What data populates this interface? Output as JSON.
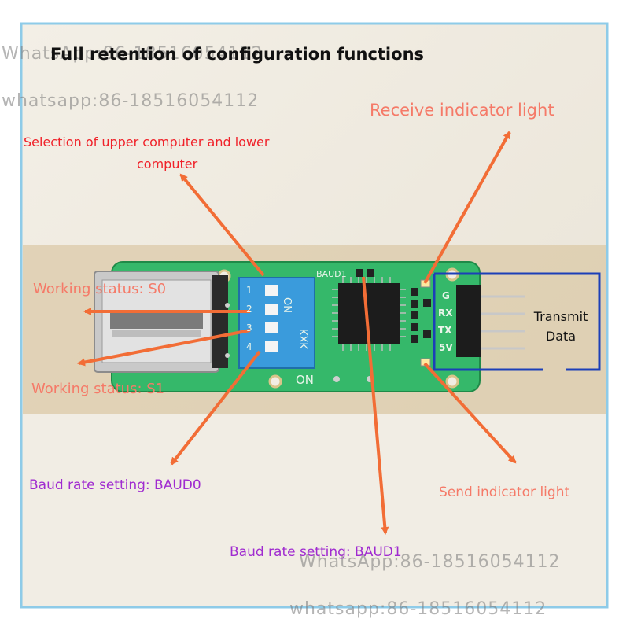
{
  "title": "Full retention of configuration functions",
  "labels": {
    "selection": [
      "Selection of upper computer and lower",
      "computer"
    ],
    "receive": "Receive indicator light",
    "working_s0": "Working status: S0",
    "working_s1": "Working status: S1",
    "baud0": "Baud rate setting: BAUD0",
    "baud1": "Baud rate setting: BAUD1",
    "send": "Send indicator light",
    "transmit": [
      "Transmit",
      "Data"
    ]
  },
  "board": {
    "baud1_silk": "BAUD1",
    "dip_on": "ON",
    "dip_kxk": "KXK",
    "dip_numbers": [
      "1",
      "2",
      "3",
      "4"
    ],
    "on_silk": "ON",
    "pins": [
      "G",
      "RX",
      "TX",
      "5V"
    ]
  },
  "watermarks": [
    "WhatsApp:86-18516054112",
    "whatsapp:86-18516054112",
    "WhatsApp:86-18516054112",
    "whatsapp:86-18516054112"
  ],
  "colors": {
    "annotation_red": "#f0222a",
    "annotation_salmon": "#f57a68",
    "annotation_purple": "#a02bd0",
    "arrow_orange": "#f26d36",
    "frame_blue": "#1c3fb8",
    "frame_lightblue": "#8ecbe8",
    "pcb_green": "#35b86a",
    "dip_blue": "#3a9bdc"
  }
}
